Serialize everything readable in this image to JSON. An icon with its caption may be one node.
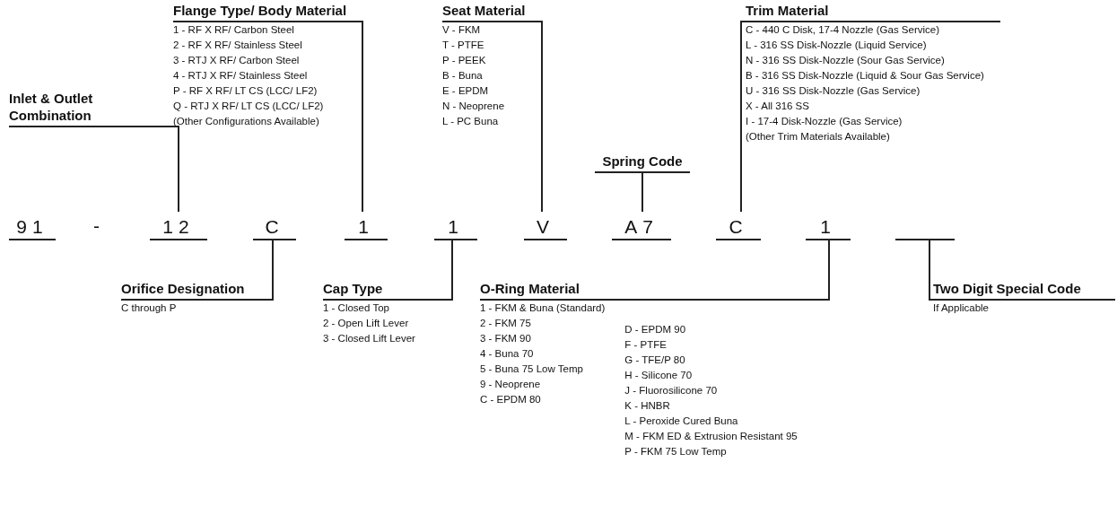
{
  "diagram": {
    "nodes": [
      {
        "text": [
          "91"
        ]
      },
      {
        "text": [
          "12"
        ]
      },
      {
        "text": [
          "C"
        ]
      },
      {
        "text": [
          "1"
        ]
      },
      {
        "text": [
          "1"
        ]
      },
      {
        "text": [
          "V"
        ]
      },
      {
        "text": [
          "A7"
        ]
      },
      {
        "text": [
          "C"
        ]
      },
      {
        "text": [
          "1"
        ]
      },
      {
        "text": [],
        "shape": "bar"
      },
      {
        "text": [
          "Inlet & Outlet Combination"
        ]
      },
      {
        "text": [
          "Flange Type/ Body Material",
          "1 - RF X RF/ Carbon Steel",
          "2 - RF X RF/ Stainless Steel",
          "3 - RTJ X RF/ Carbon Steel",
          "4 - RTJ X RF/ Stainless Steel",
          "P - RF X RF/ LT CS (LCC/ LF2)",
          "Q - RTJ X RF/ LT CS (LCC/ LF2)",
          "(Other Configurations Available)"
        ]
      },
      {
        "text": [
          "Seat Material",
          "V - FKM",
          "T - PTFE",
          "P - PEEK",
          "B - Buna",
          "E - EPDM",
          "N - Neoprene",
          "L - PC Buna"
        ]
      },
      {
        "text": [
          "Spring Code"
        ]
      },
      {
        "text": [
          "Trim Material",
          "C - 440 C Disk, 17-4 Nozzle (Gas Service)",
          "L - 316 SS Disk-Nozzle (Liquid Service)",
          "N - 316 SS Disk-Nozzle (Sour Gas Service)",
          "B - 316 SS Disk-Nozzle (Liquid & Sour Gas Service)",
          "U - 316 SS Disk-Nozzle (Gas Service)",
          "X - All 316 SS",
          "I - 17-4 Disk-Nozzle (Gas Service)",
          "(Other Trim Materials Available)"
        ]
      },
      {
        "text": [
          "Orifice Designation",
          "C through P"
        ]
      },
      {
        "text": [
          "Cap Type",
          "1 - Closed Top",
          "2 - Open Lift Lever",
          "3 - Closed Lift Lever"
        ]
      },
      {
        "text": [
          "O-Ring Material",
          "1 - FKM & Buna (Standard)",
          "2 - FKM 75",
          "3 - FKM 90",
          "4 - Buna 70",
          "5 - Buna 75 Low Temp",
          "9 - Neoprene",
          "C - EPDM 80",
          "D - EPDM 90",
          "F - PTFE",
          "G - TFE/P 80",
          "H - Silicone 70",
          "J - Fluorosilicone 70",
          "K - HNBR",
          "L - Peroxide Cured Buna",
          "M - FKM ED & Extrusion Resistant 95",
          "P - FKM 75 Low Temp"
        ]
      },
      {
        "text": [
          "Two Digit Special Code",
          "If Applicable"
        ]
      }
    ],
    "edges": [
      {
        "from": 10,
        "to": 1,
        "arrow": "none"
      },
      {
        "from": 11,
        "to": 3,
        "arrow": "none"
      },
      {
        "from": 12,
        "to": 5,
        "arrow": "none"
      },
      {
        "from": 13,
        "to": 6,
        "arrow": "none"
      },
      {
        "from": 14,
        "to": 7,
        "arrow": "none"
      },
      {
        "from": 15,
        "to": 2,
        "arrow": "none"
      },
      {
        "from": 16,
        "to": 4,
        "arrow": "none"
      },
      {
        "from": 17,
        "to": 8,
        "arrow": "none"
      },
      {
        "from": 18,
        "to": 9,
        "arrow": "none"
      }
    ],
    "labels": [
      "-"
    ]
  }
}
